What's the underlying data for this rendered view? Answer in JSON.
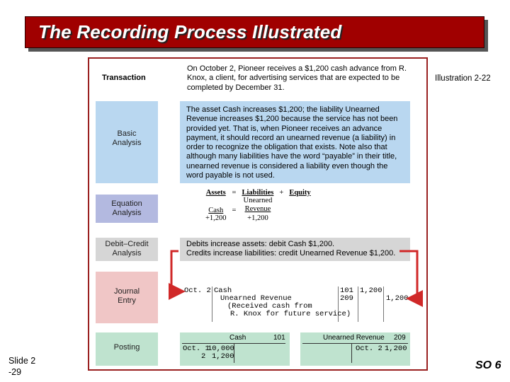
{
  "slide": {
    "title": "The Recording Process Illustrated",
    "illustration_label": "Illustration 2-22",
    "slide_number_line1": "Slide 2",
    "slide_number_line2": "-29",
    "objective": "SO 6"
  },
  "transaction": {
    "label": "Transaction",
    "text": "On October 2, Pioneer receives a $1,200 cash advance from R. Knox, a client, for advertising services that are expected to be completed by December 31."
  },
  "basic_analysis": {
    "label_line1": "Basic",
    "label_line2": "Analysis",
    "text": "The asset Cash increases $1,200; the liability Unearned Revenue increases $1,200 because the service has not been provided yet. That is, when Pioneer receives an advance payment, it should record an unearned revenue (a liability) in order to recognize the obligation that exists. Note also that although many liabilities have the word “payable” in their title, unearned revenue is considered a liability even though the word payable is not used."
  },
  "equation_analysis": {
    "label_line1": "Equation",
    "label_line2": "Analysis",
    "assets": "Assets",
    "eq": "=",
    "liabilities": "Liabilities",
    "plus": "+",
    "equity": "Equity",
    "cash": "Cash",
    "unearned_line1": "Unearned",
    "unearned_line2": "Revenue",
    "cash_amount": "+1,200",
    "unearned_amount": "+1,200"
  },
  "debit_credit": {
    "label_line1": "Debit–Credit",
    "label_line2": "Analysis",
    "line1": "Debits increase assets: debit Cash $1,200.",
    "line2": "Credits increase liabilities: credit Unearned Revenue $1,200."
  },
  "journal_entry": {
    "label_line1": "Journal",
    "label_line2": "Entry",
    "date": "Oct. 2",
    "debit_account": "Cash",
    "credit_account": "Unearned Revenue",
    "explanation_line1": "(Received cash from",
    "explanation_line2": "R. Knox for future service)",
    "debit_ref": "101",
    "credit_ref": "209",
    "debit_amount": "1,200",
    "credit_amount": "1,200"
  },
  "posting": {
    "label": "Posting",
    "cash_ledger": {
      "title": "Cash",
      "number": "101",
      "row1_date": "Oct. 1",
      "row1_amount": "10,000",
      "row2_date": "2",
      "row2_amount": "1,200"
    },
    "unearned_ledger": {
      "title": "Unearned Revenue",
      "number": "209",
      "row1_date": "Oct. 2",
      "row1_amount": "1,200"
    }
  },
  "colors": {
    "title_bar": "#a00000",
    "frame_border": "#9a2020",
    "arrow": "#d02828",
    "blue_panel": "#b9d7f0",
    "lavender_panel": "#b3b9e0",
    "gray_panel": "#d6d6d6",
    "pink_panel": "#f0c6c6",
    "green_panel": "#bfe3cf"
  }
}
